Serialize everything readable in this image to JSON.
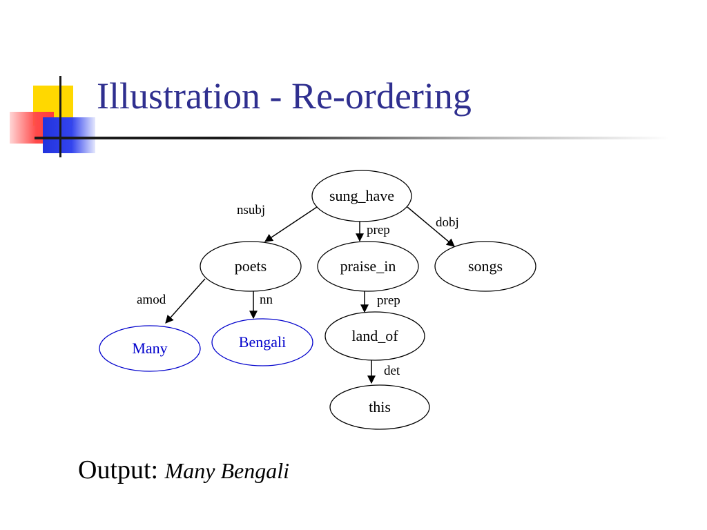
{
  "title": "Illustration - Re-ordering",
  "colors": {
    "title": "#2f2f8f",
    "highlight": "#0000cc",
    "node_border": "#000000"
  },
  "tree": {
    "nodes": [
      {
        "id": "sung_have",
        "label": "sung_have",
        "highlight": false
      },
      {
        "id": "poets",
        "label": "poets",
        "highlight": false
      },
      {
        "id": "praise_in",
        "label": "praise_in",
        "highlight": false
      },
      {
        "id": "songs",
        "label": "songs",
        "highlight": false
      },
      {
        "id": "many",
        "label": "Many",
        "highlight": true
      },
      {
        "id": "bengali",
        "label": "Bengali",
        "highlight": true
      },
      {
        "id": "land_of",
        "label": "land_of",
        "highlight": false
      },
      {
        "id": "this",
        "label": "this",
        "highlight": false
      }
    ],
    "edges": [
      {
        "from": "sung_have",
        "to": "poets",
        "label": "nsubj"
      },
      {
        "from": "sung_have",
        "to": "praise_in",
        "label": "prep"
      },
      {
        "from": "sung_have",
        "to": "songs",
        "label": "dobj"
      },
      {
        "from": "poets",
        "to": "many",
        "label": "amod"
      },
      {
        "from": "poets",
        "to": "bengali",
        "label": "nn"
      },
      {
        "from": "praise_in",
        "to": "land_of",
        "label": "prep"
      },
      {
        "from": "land_of",
        "to": "this",
        "label": "det"
      }
    ]
  },
  "output": {
    "label": "Output:",
    "value": "Many Bengali"
  }
}
